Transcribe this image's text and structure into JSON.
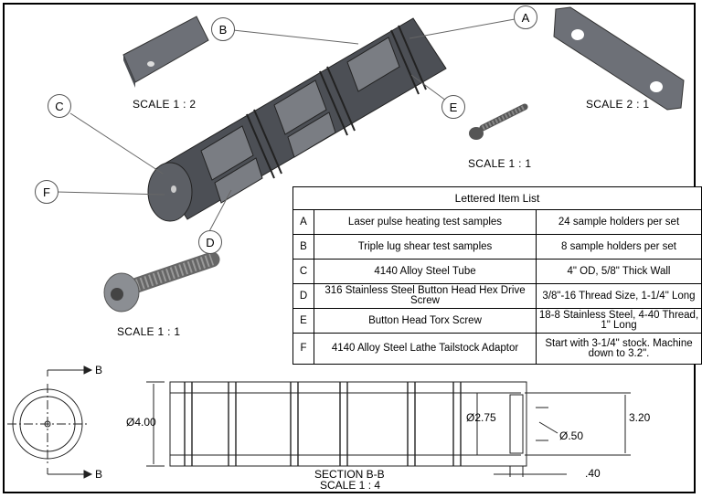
{
  "scale_labels": {
    "small_plate": "SCALE 1 : 2",
    "large_plate": "SCALE 2 : 1",
    "torx_screw": "SCALE 1 : 1",
    "hex_screw": "SCALE 1 : 1"
  },
  "balloons": {
    "a": "A",
    "b": "B",
    "c": "C",
    "d": "D",
    "e": "E",
    "f": "F"
  },
  "table": {
    "title": "Lettered Item List",
    "rows": [
      {
        "letter": "A",
        "description": "Laser pulse heating test samples",
        "note": "24 sample holders per set"
      },
      {
        "letter": "B",
        "description": "Triple lug shear test samples",
        "note": "8 sample holders per set"
      },
      {
        "letter": "C",
        "description": "4140 Alloy Steel Tube",
        "note": "4\" OD, 5/8\" Thick Wall"
      },
      {
        "letter": "D",
        "description": "316 Stainless Steel Button Head Hex Drive Screw",
        "note": "3/8\"-16 Thread Size, 1-1/4\" Long"
      },
      {
        "letter": "E",
        "description": "Button Head Torx Screw",
        "note": "18-8 Stainless Steel, 4-40 Thread, 1\" Long"
      },
      {
        "letter": "F",
        "description": "4140 Alloy Steel Lathe Tailstock Adaptor",
        "note": "Start with 3-1/4\" stock. Machine down to 3.2\"."
      }
    ]
  },
  "section": {
    "arrow_top": "B",
    "arrow_bottom": "B",
    "title": "SECTION B-B",
    "scale": "SCALE 1 : 4",
    "dim_od": "Ø4.00",
    "dim_id": "Ø2.75",
    "dim_hole": "Ø.50",
    "dim_adaptor": "3.20",
    "dim_depth": ".40"
  }
}
